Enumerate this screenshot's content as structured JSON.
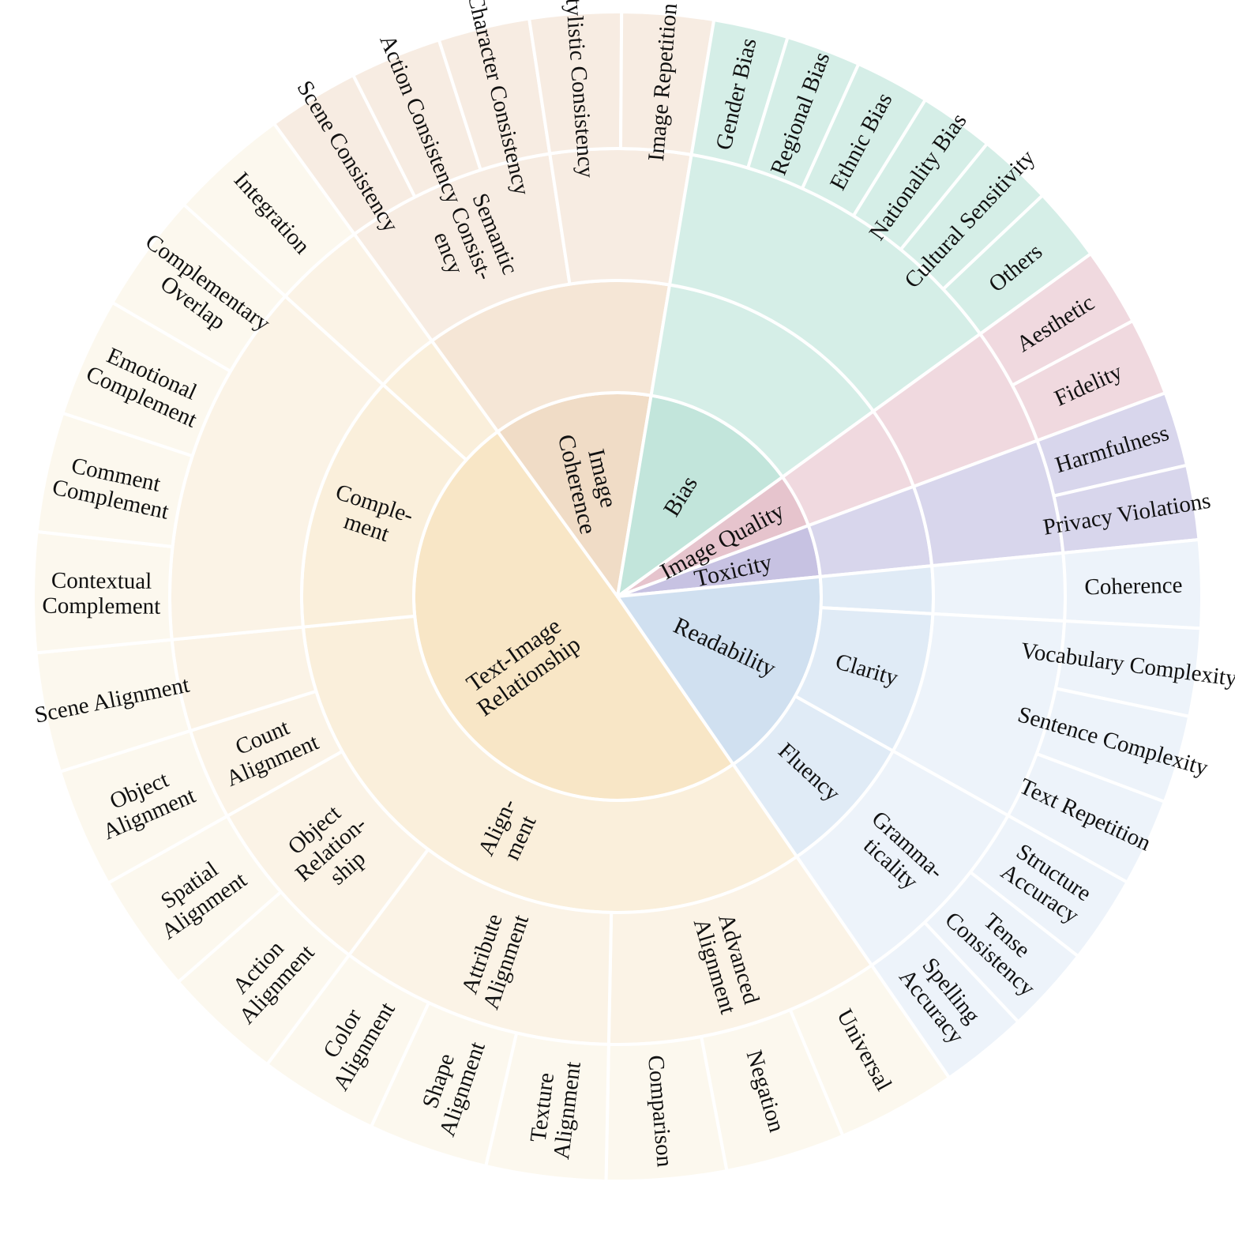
{
  "chart_data": {
    "type": "sunburst",
    "palette": {
      "Text-Image Relationship": [
        "#f8e6c6",
        "#faefdb",
        "#fbf3e6",
        "#fcf8ee"
      ],
      "Image Coherence": [
        "#f0dcc6",
        "#f5e6d6",
        "#f7ece2"
      ],
      "Bias": [
        "#c2e5db",
        "#d5eee7"
      ],
      "Image Quality": [
        "#e6c4cd",
        "#f0d9df"
      ],
      "Toxicity": [
        "#c7c2e2",
        "#d8d6ec"
      ],
      "Readability": [
        "#d0e0f0",
        "#e0ebf6",
        "#edf3fa"
      ]
    },
    "children": [
      {
        "label": "Text-Image Relationship",
        "lines": [
          "Text-Image",
          "Relationship"
        ],
        "fraction": 0.4961,
        "children": [
          {
            "label": "Align-ment",
            "lines": [
              "Align-",
              "ment"
            ],
            "children": [
              {
                "label": "Advanced Alignment",
                "lines": [
                  "Advanced",
                  "Alignment"
                ],
                "children": [
                  {
                    "label": "Universal",
                    "lines": [
                      "Universal"
                    ]
                  },
                  {
                    "label": "Negation",
                    "lines": [
                      "Negation"
                    ]
                  },
                  {
                    "label": "Comparison",
                    "lines": [
                      "Comparison"
                    ]
                  }
                ]
              },
              {
                "label": "Attribute Alignment",
                "lines": [
                  "Attribute",
                  "Alignment"
                ],
                "children": [
                  {
                    "label": "Texture Alignment",
                    "lines": [
                      "Texture",
                      "Alignment"
                    ]
                  },
                  {
                    "label": "Shape Alignment",
                    "lines": [
                      "Shape",
                      "Alignment"
                    ]
                  },
                  {
                    "label": "Color Alignment",
                    "lines": [
                      "Color",
                      "Alignment"
                    ]
                  }
                ]
              },
              {
                "label": "Object Relation-ship",
                "lines": [
                  "Object",
                  "Relation-",
                  "ship"
                ],
                "children": [
                  {
                    "label": "Action Alignment",
                    "lines": [
                      "Action",
                      "Alignment"
                    ]
                  },
                  {
                    "label": "Spatial Alignment",
                    "lines": [
                      "Spatial",
                      "Alignment"
                    ]
                  }
                ]
              },
              {
                "label": "Count Alignment",
                "lines": [
                  "Count",
                  "Alignment"
                ],
                "children": [
                  {
                    "label": "Object Alignment",
                    "lines": [
                      "Object",
                      "Alignment"
                    ]
                  }
                ]
              },
              {
                "label": "",
                "lines": [],
                "children": [
                  {
                    "label": "Scene Alignment",
                    "lines": [
                      "Scene Alignment"
                    ]
                  }
                ]
              }
            ]
          },
          {
            "label": "Comple-ment",
            "lines": [
              "Comple-",
              "ment"
            ],
            "children": [
              {
                "label": "",
                "lines": [],
                "children": [
                  {
                    "label": "Contextual Complement",
                    "lines": [
                      "Contextual",
                      "Complement"
                    ]
                  },
                  {
                    "label": "Comment Complement",
                    "lines": [
                      "Comment",
                      "Complement"
                    ]
                  },
                  {
                    "label": "Emotional Complement",
                    "lines": [
                      "Emotional",
                      "Complement"
                    ]
                  },
                  {
                    "label": "Complementary Overlap",
                    "lines": [
                      "Complementary",
                      "Overlap"
                    ]
                  }
                ]
              }
            ]
          },
          {
            "label": "",
            "lines": [],
            "children": [
              {
                "label": "",
                "lines": [],
                "children": [
                  {
                    "label": "Integration",
                    "lines": [
                      "Integration"
                    ]
                  }
                ]
              }
            ]
          }
        ]
      },
      {
        "label": "Image Coherence",
        "lines": [
          "Image",
          "Coherence"
        ],
        "fraction": 0.1264,
        "children": [
          {
            "label": "",
            "lines": [],
            "children": [
              {
                "label": "Semantic Consist-ency",
                "lines": [
                  "Semantic",
                  "Consist-",
                  "ency"
                ],
                "children": [
                  {
                    "label": "Scene Consistency",
                    "lines": [
                      "Scene Consistency"
                    ]
                  },
                  {
                    "label": "Action Consistency",
                    "lines": [
                      "Action Consistency"
                    ]
                  },
                  {
                    "label": "Character Consistency",
                    "lines": [
                      "Character Consistency"
                    ]
                  }
                ]
              },
              {
                "label": "",
                "lines": [],
                "children": [
                  {
                    "label": "Stylistic Consistency",
                    "lines": [
                      "Stylistic Consistency"
                    ]
                  },
                  {
                    "label": "Image Repetition",
                    "lines": [
                      "Image Repetition"
                    ]
                  }
                ]
              }
            ]
          }
        ]
      },
      {
        "label": "Bias",
        "lines": [
          "Bias"
        ],
        "fraction": 0.1239,
        "children": [
          {
            "label": "",
            "lines": [],
            "children": [
              {
                "label": "",
                "lines": [],
                "children": [
                  {
                    "label": "Gender Bias",
                    "lines": [
                      "Gender Bias"
                    ]
                  },
                  {
                    "label": "Regional Bias",
                    "lines": [
                      "Regional Bias"
                    ]
                  },
                  {
                    "label": "Ethnic Bias",
                    "lines": [
                      "Ethnic Bias"
                    ]
                  },
                  {
                    "label": "Nationality Bias",
                    "lines": [
                      "Nationality Bias"
                    ]
                  },
                  {
                    "label": "Cultural Sensitivity",
                    "lines": [
                      "Cultural Sensitivity"
                    ]
                  },
                  {
                    "label": "Others",
                    "lines": [
                      "Others"
                    ]
                  }
                ]
              }
            ]
          }
        ]
      },
      {
        "label": "Image Quality",
        "lines": [
          "Image Quality"
        ],
        "fraction": 0.0431,
        "children": [
          {
            "label": "",
            "lines": [],
            "children": [
              {
                "label": "",
                "lines": [],
                "children": [
                  {
                    "label": "Aesthetic",
                    "lines": [
                      "Aesthetic"
                    ]
                  },
                  {
                    "label": "Fidelity",
                    "lines": [
                      "Fidelity"
                    ]
                  }
                ]
              }
            ]
          }
        ]
      },
      {
        "label": "Toxicity",
        "lines": [
          "Toxicity"
        ],
        "fraction": 0.0411,
        "children": [
          {
            "label": "",
            "lines": [],
            "children": [
              {
                "label": "",
                "lines": [],
                "children": [
                  {
                    "label": "Harmfulness",
                    "lines": [
                      "Harmfulness"
                    ]
                  },
                  {
                    "label": "Privacy Violations",
                    "lines": [
                      "Privacy Violations"
                    ]
                  }
                ]
              }
            ]
          }
        ]
      },
      {
        "label": "Readability",
        "lines": [
          "Readability"
        ],
        "fraction": 0.1694,
        "children": [
          {
            "label": "",
            "lines": [],
            "children": [
              {
                "label": "",
                "lines": [],
                "children": [
                  {
                    "label": "Coherence",
                    "lines": [
                      "Coherence"
                    ]
                  }
                ]
              }
            ]
          },
          {
            "label": "Clarity",
            "lines": [
              "Clarity"
            ],
            "children": [
              {
                "label": "",
                "lines": [],
                "children": [
                  {
                    "label": "Vocabulary Complexity",
                    "lines": [
                      "Vocabulary Complexity"
                    ]
                  },
                  {
                    "label": "Sentence Complexity",
                    "lines": [
                      "Sentence Complexity"
                    ]
                  },
                  {
                    "label": "Text Repetition",
                    "lines": [
                      "Text Repetition"
                    ]
                  }
                ]
              }
            ]
          },
          {
            "label": "Fluency",
            "lines": [
              "Fluency"
            ],
            "children": [
              {
                "label": "Gramma-ticality",
                "lines": [
                  "Gramma-",
                  "ticality"
                ],
                "children": [
                  {
                    "label": "Structure Accuracy",
                    "lines": [
                      "Structure",
                      "Accuracy"
                    ]
                  },
                  {
                    "label": "Tense Consistency",
                    "lines": [
                      "Tense",
                      "Consistency"
                    ]
                  },
                  {
                    "label": "Spelling Accuracy",
                    "lines": [
                      "Spelling",
                      "Accuracy"
                    ]
                  }
                ]
              }
            ]
          }
        ]
      }
    ]
  }
}
